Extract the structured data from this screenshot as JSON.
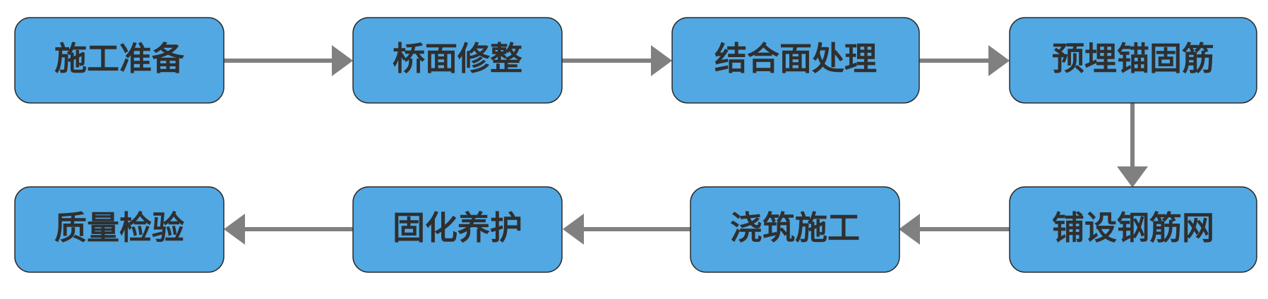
{
  "colors": {
    "node_fill": "#52a8e2",
    "node_stroke": "#2a2a2a",
    "text": "#2f2f2f",
    "arrow": "#808080"
  },
  "flow": {
    "steps": [
      {
        "label": "施工准备"
      },
      {
        "label": "桥面修整"
      },
      {
        "label": "结合面处理"
      },
      {
        "label": "预埋锚固筋"
      },
      {
        "label": "铺设钢筋网"
      },
      {
        "label": "浇筑施工"
      },
      {
        "label": "固化养护"
      },
      {
        "label": "质量检验"
      }
    ]
  }
}
